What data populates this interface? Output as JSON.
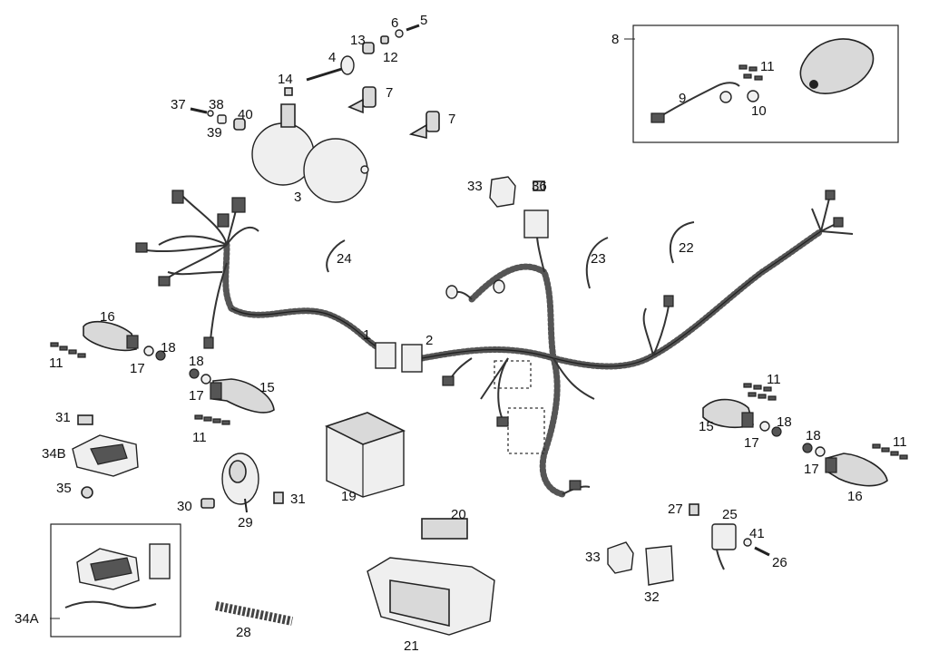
{
  "labels": {
    "n1": "1",
    "n2": "2",
    "n3": "3",
    "n4": "4",
    "n5": "5",
    "n6": "6",
    "n7a": "7",
    "n7b": "7",
    "n8": "8",
    "n9": "9",
    "n10": "10",
    "n11a": "11",
    "n11b": "11",
    "n11c": "11",
    "n11d": "11",
    "n11e": "11",
    "n12": "12",
    "n13": "13",
    "n14": "14",
    "n15a": "15",
    "n15b": "15",
    "n16a": "16",
    "n16b": "16",
    "n17a": "17",
    "n17b": "17",
    "n17c": "17",
    "n17d": "17",
    "n18a": "18",
    "n18b": "18",
    "n18c": "18",
    "n18d": "18",
    "n19": "19",
    "n20": "20",
    "n21": "21",
    "n22": "22",
    "n23": "23",
    "n24": "24",
    "n25": "25",
    "n26": "26",
    "n27": "27",
    "n28": "28",
    "n29": "29",
    "n30": "30",
    "n31a": "31",
    "n31b": "31",
    "n32": "32",
    "n33a": "33",
    "n33b": "33",
    "n34A": "34A",
    "n34B": "34B",
    "n35": "35",
    "n36": "36",
    "n37": "37",
    "n38": "38",
    "n39": "39",
    "n40": "40",
    "n41": "41"
  }
}
